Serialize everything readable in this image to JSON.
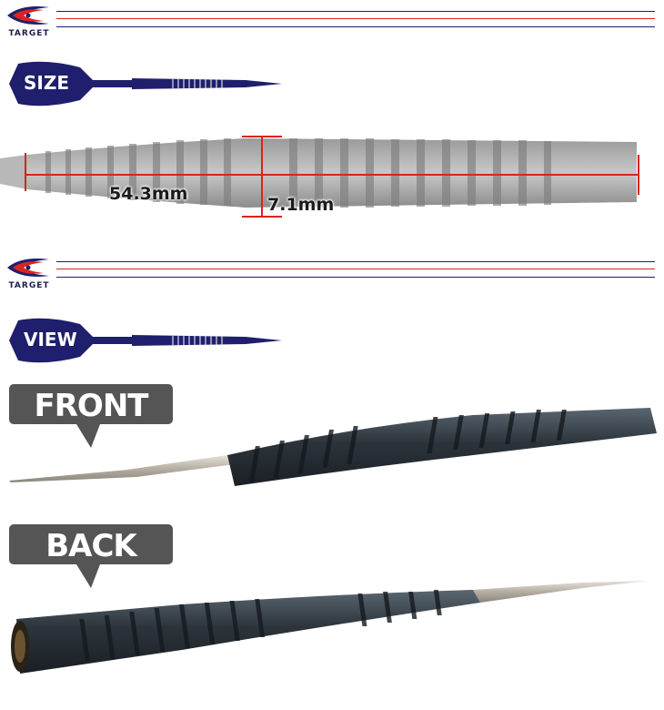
{
  "brand": {
    "name": "TARGET",
    "colors": {
      "navy": "#1f1f6e",
      "red": "#d9241f"
    }
  },
  "sections": {
    "size": {
      "label": "SIZE"
    },
    "view": {
      "label": "VIEW"
    }
  },
  "dimensions": {
    "length": "54.3mm",
    "diameter": "7.1mm"
  },
  "views": {
    "front": "FRONT",
    "back": "BACK"
  },
  "icons": [
    "target-logo-icon",
    "dart-badge-icon"
  ]
}
